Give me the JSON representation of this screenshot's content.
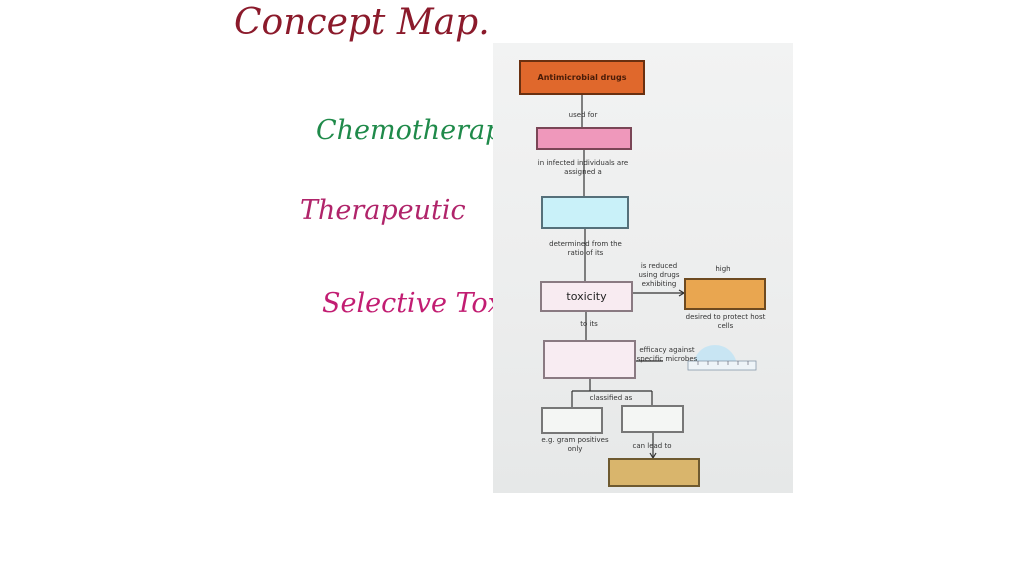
{
  "notes": {
    "title": "Concept Map.",
    "words": [
      "Chemotherapy",
      "Therapeutic",
      "Selective Toxic"
    ]
  },
  "concept_map": {
    "top_box": "Antimicrobial drugs",
    "link_used_for": "used for",
    "link_infected": "in infected individuals are assigned a",
    "link_determined": "determined from the ratio of its",
    "toxicity_box": "toxicity",
    "link_reduced": "is reduced using drugs exhibiting",
    "link_high": "high",
    "link_desired": "desired to protect host cells",
    "link_to_its": "to its",
    "link_efficacy": "efficacy against specific microbes",
    "link_classified": "classified as",
    "link_eg": "e.g. gram positives only",
    "link_can_lead": "can lead to"
  }
}
